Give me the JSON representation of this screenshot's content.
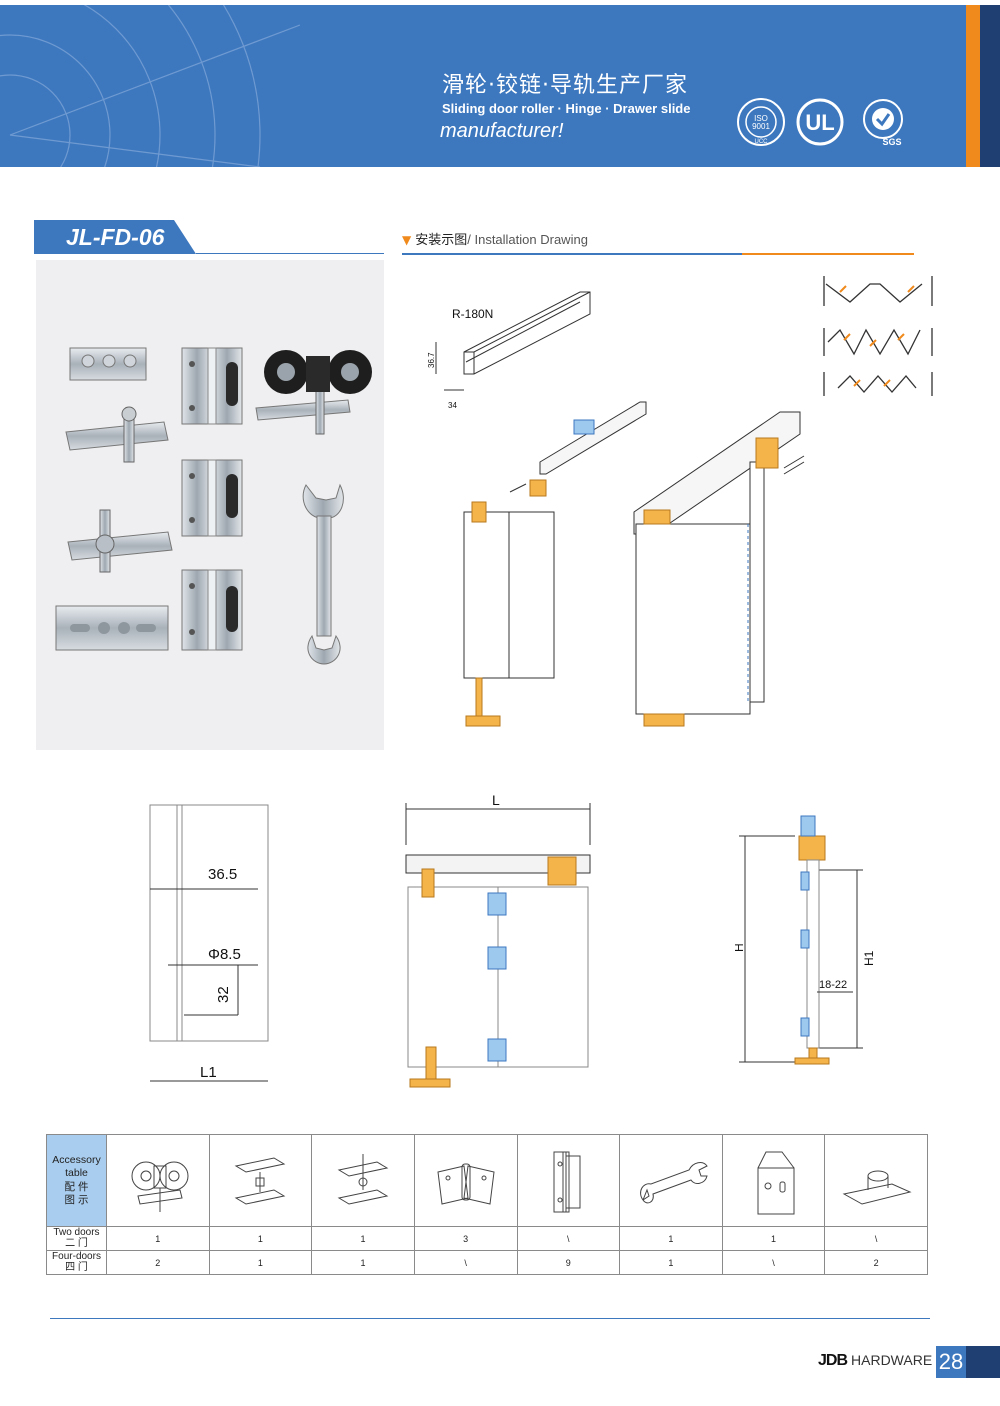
{
  "header": {
    "title_cn": "滑轮·铰链·导轨生产厂家",
    "title_en": "Sliding door roller  · Hinge  · Drawer slide",
    "subtitle": "manufacturer!",
    "certs": [
      "ISO 9001",
      "UL",
      "SGS"
    ],
    "colors": {
      "primary_blue": "#3d78bf",
      "accent_orange": "#f08a1c",
      "dark_navy": "#1f3f72"
    }
  },
  "model": {
    "code": "JL-FD-06"
  },
  "installation": {
    "heading_cn": "安装示图",
    "heading_en": "/ Installation Drawing",
    "track_label": "R-180N",
    "track_dim_height": "36.7",
    "track_dim_width": "34"
  },
  "dimensions": {
    "left": {
      "d1": "36.5",
      "d2": "Φ8.5",
      "d3": "32",
      "width_label": "L1"
    },
    "middle": {
      "length_label": "L"
    },
    "right": {
      "height_label": "H",
      "height1_label": "H1",
      "gap": "18-22"
    }
  },
  "accessory_table": {
    "header_en": "Accessory table",
    "header_cn_1": "配 件",
    "header_cn_2": "图 示",
    "items": [
      "roller-icon",
      "top-pivot-icon",
      "bottom-pivot-icon",
      "hinge-icon",
      "long-hinge-icon",
      "wrench-icon",
      "bracket-icon",
      "floor-socket-icon"
    ],
    "rows": [
      {
        "label_en": "Two doors",
        "label_cn": "二 门",
        "values": [
          "1",
          "1",
          "1",
          "3",
          "\\",
          "1",
          "1",
          "\\"
        ]
      },
      {
        "label_en": "Four-doors",
        "label_cn": "四 门",
        "values": [
          "2",
          "1",
          "1",
          "\\",
          "9",
          "1",
          "\\",
          "2"
        ]
      }
    ]
  },
  "footer": {
    "brand_logo": "JDB",
    "brand_text": "HARDWARE",
    "page_number": "28"
  }
}
